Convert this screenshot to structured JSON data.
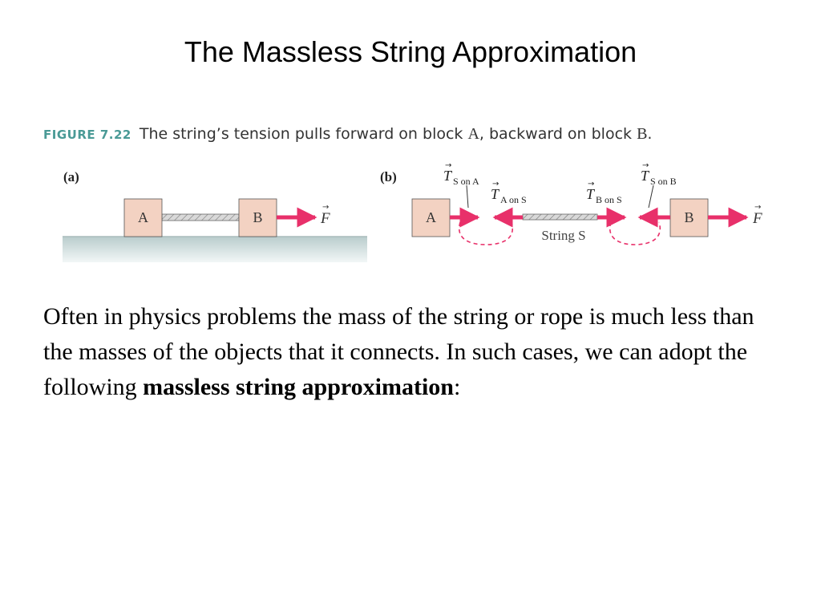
{
  "slide": {
    "title": "The Massless String Approximation"
  },
  "figure": {
    "number": "FIGURE 7.22",
    "caption_part1": "The string’s tension pulls forward on block ",
    "caption_block_a": "A",
    "caption_part2": ", backward on block ",
    "caption_block_b": "B",
    "caption_end": ".",
    "panel_a": {
      "label": "(a)",
      "block_a": "A",
      "block_b": "B",
      "force_symbol": "F"
    },
    "panel_b": {
      "label": "(b)",
      "block_a": "A",
      "block_b": "B",
      "force_symbol": "F",
      "string_label": "String S",
      "tension_symbol": "T",
      "sub_s_on_a": "S on A",
      "sub_a_on_s": "A on S",
      "sub_b_on_s": "B on S",
      "sub_s_on_b": "S on B"
    },
    "colors": {
      "arrow": "#e8306a",
      "block_fill": "#f3d2c2",
      "ground": "#c5d6d6"
    }
  },
  "body": {
    "text_plain": "Often in physics problems the mass of the string or rope is much less than the masses of the objects that it connects. In such cases, we can adopt the following ",
    "text_bold": "massless string approximation",
    "text_end": ":"
  }
}
